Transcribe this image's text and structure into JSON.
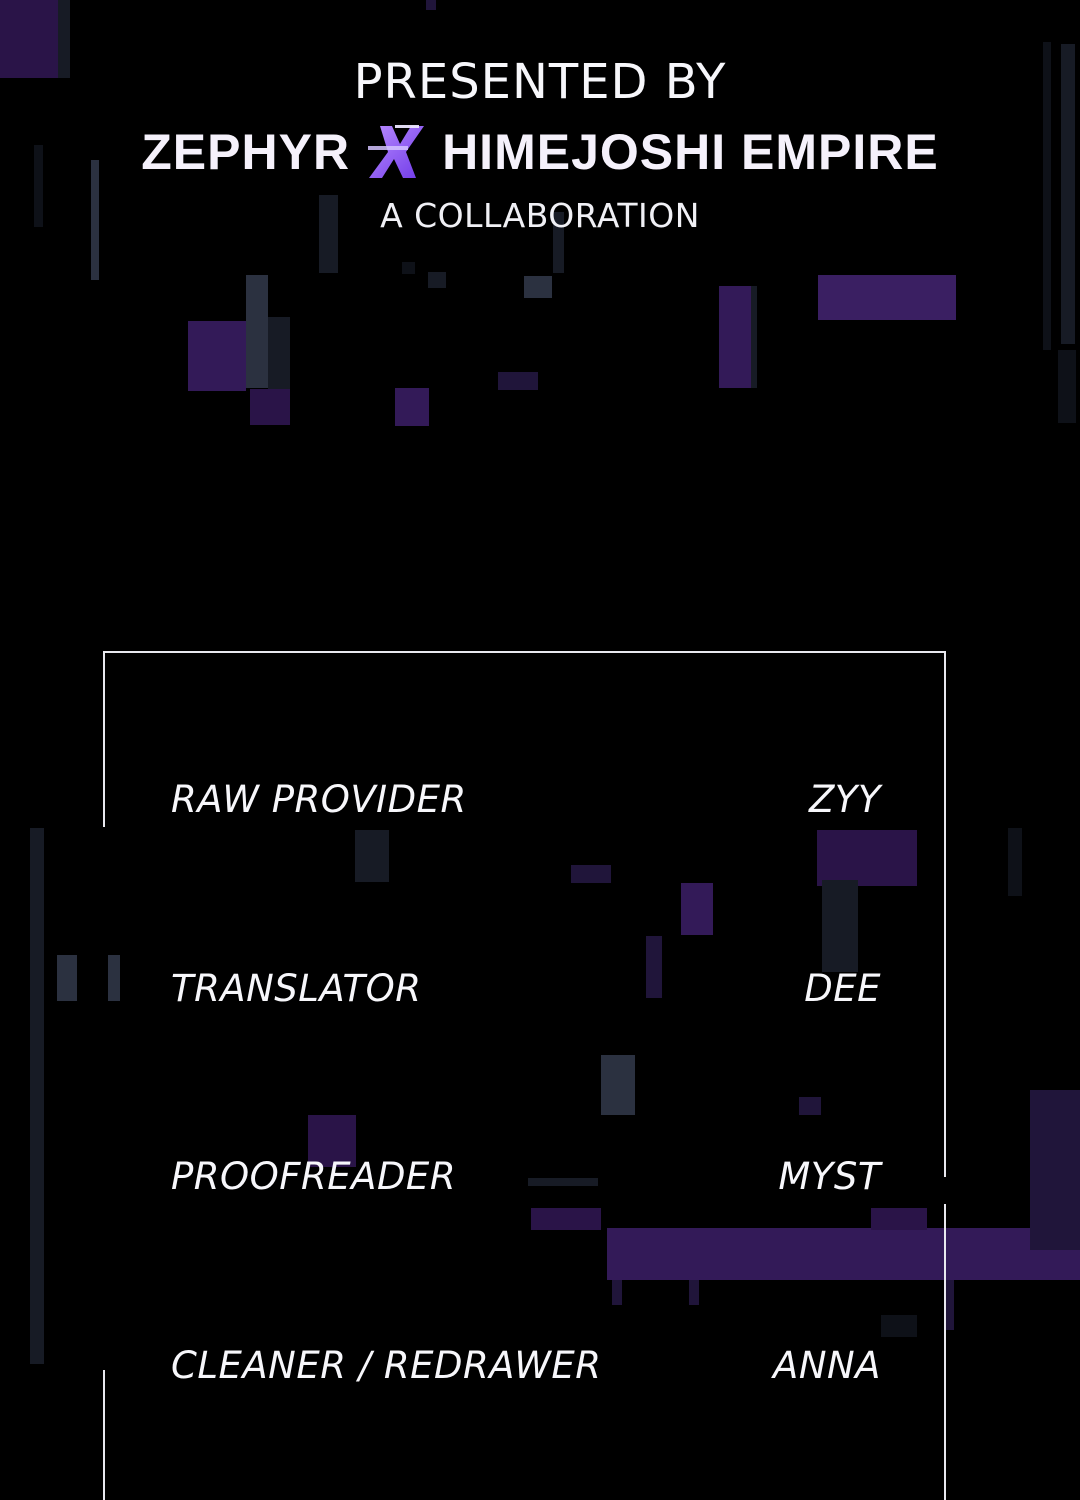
{
  "header": {
    "presented_by": "PRESENTED BY",
    "brand_left": "ZEPHYR",
    "brand_right": "HIMEJOSHI EMPIRE",
    "subtitle": "A COLLABORATION"
  },
  "credits": [
    {
      "role": "RAW PROVIDER",
      "name": "ZYY"
    },
    {
      "role": "TRANSLATOR",
      "name": "DEE"
    },
    {
      "role": "PROOFREADER",
      "name": "MYST"
    },
    {
      "role": "CLEANER / REDRAWER",
      "name": "ANNA"
    }
  ],
  "style": {
    "background": "#000000",
    "accent_purple": "#8f56ff",
    "text": "#f7f7fb"
  },
  "icons": {
    "brand_separator": "x-icon"
  }
}
